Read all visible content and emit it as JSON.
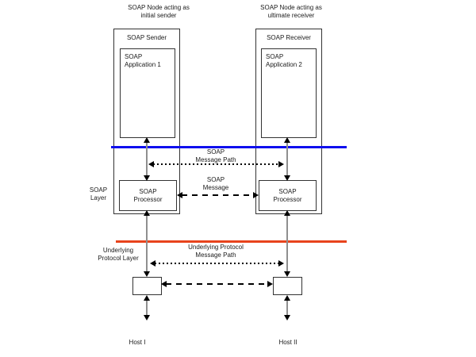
{
  "diagram": {
    "sender": {
      "caption": [
        "SOAP Node acting as",
        "initial sender"
      ],
      "title": "SOAP Sender",
      "app": [
        "SOAP",
        "Application 1"
      ],
      "processor": [
        "SOAP",
        "Processor"
      ],
      "host": "Host I"
    },
    "receiver": {
      "caption": [
        "SOAP Node acting as",
        "ultimate receiver"
      ],
      "title": "SOAP Receiver",
      "app": [
        "SOAP",
        "Application 2"
      ],
      "processor": [
        "SOAP",
        "Processor"
      ],
      "host": "Host II"
    },
    "labels": {
      "soap_layer": [
        "SOAP",
        "Layer"
      ],
      "underlying_layer": [
        "Underlying",
        "Protocol Layer"
      ],
      "soap_message_path": [
        "SOAP",
        "Message Path"
      ],
      "soap_message": [
        "SOAP",
        "Message"
      ],
      "underlying_message_path": [
        "Underlying Protocol",
        "Message Path"
      ]
    },
    "colors": {
      "soap_layer_rule": "#0f0fee",
      "underlying_layer_rule": "#e8431c",
      "arrow_shaft": "#8f8f8f",
      "arrow_head": "#000000",
      "box_border": "#333333"
    }
  }
}
